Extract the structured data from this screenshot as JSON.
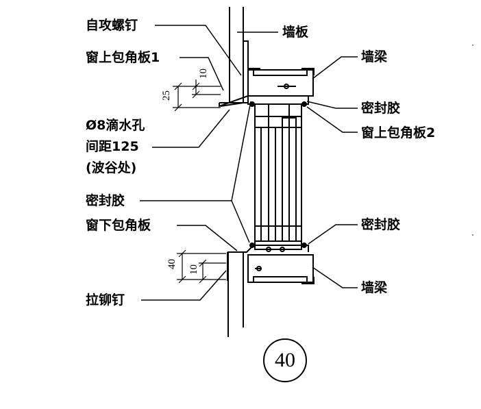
{
  "labels": {
    "self_tapping_screw": "自攻螺钉",
    "wall_panel": "墙板",
    "upper_flashing_1": "窗上包角板1",
    "wall_beam_top": "墙梁",
    "sealant_top_right": "密封胶",
    "upper_flashing_2": "窗上包角板2",
    "drip_hole_line1": "Ø8滴水孔",
    "drip_hole_line2": "间距125",
    "drip_hole_line3": "(波谷处)",
    "sealant_left": "密封胶",
    "lower_flashing": "窗下包角板",
    "sealant_bottom_right": "密封胶",
    "blind_rivet": "拉铆钉",
    "wall_beam_bottom": "墙梁"
  },
  "dimensions": {
    "top_25": "25",
    "top_10": "10",
    "bottom_40": "40",
    "bottom_10": "10"
  },
  "detail_number": "40"
}
